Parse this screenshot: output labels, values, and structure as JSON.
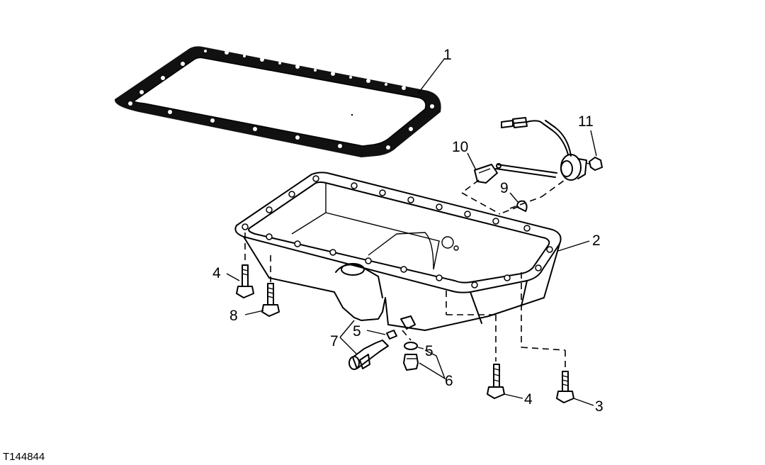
{
  "figure_id": "T144844",
  "callouts": {
    "c1": "1",
    "c2": "2",
    "c3": "3",
    "c4a": "4",
    "c4b": "4",
    "c5a": "5",
    "c5b": "5",
    "c6": "6",
    "c7": "7",
    "c8": "8",
    "c9": "9",
    "c10": "10",
    "c11": "11"
  }
}
